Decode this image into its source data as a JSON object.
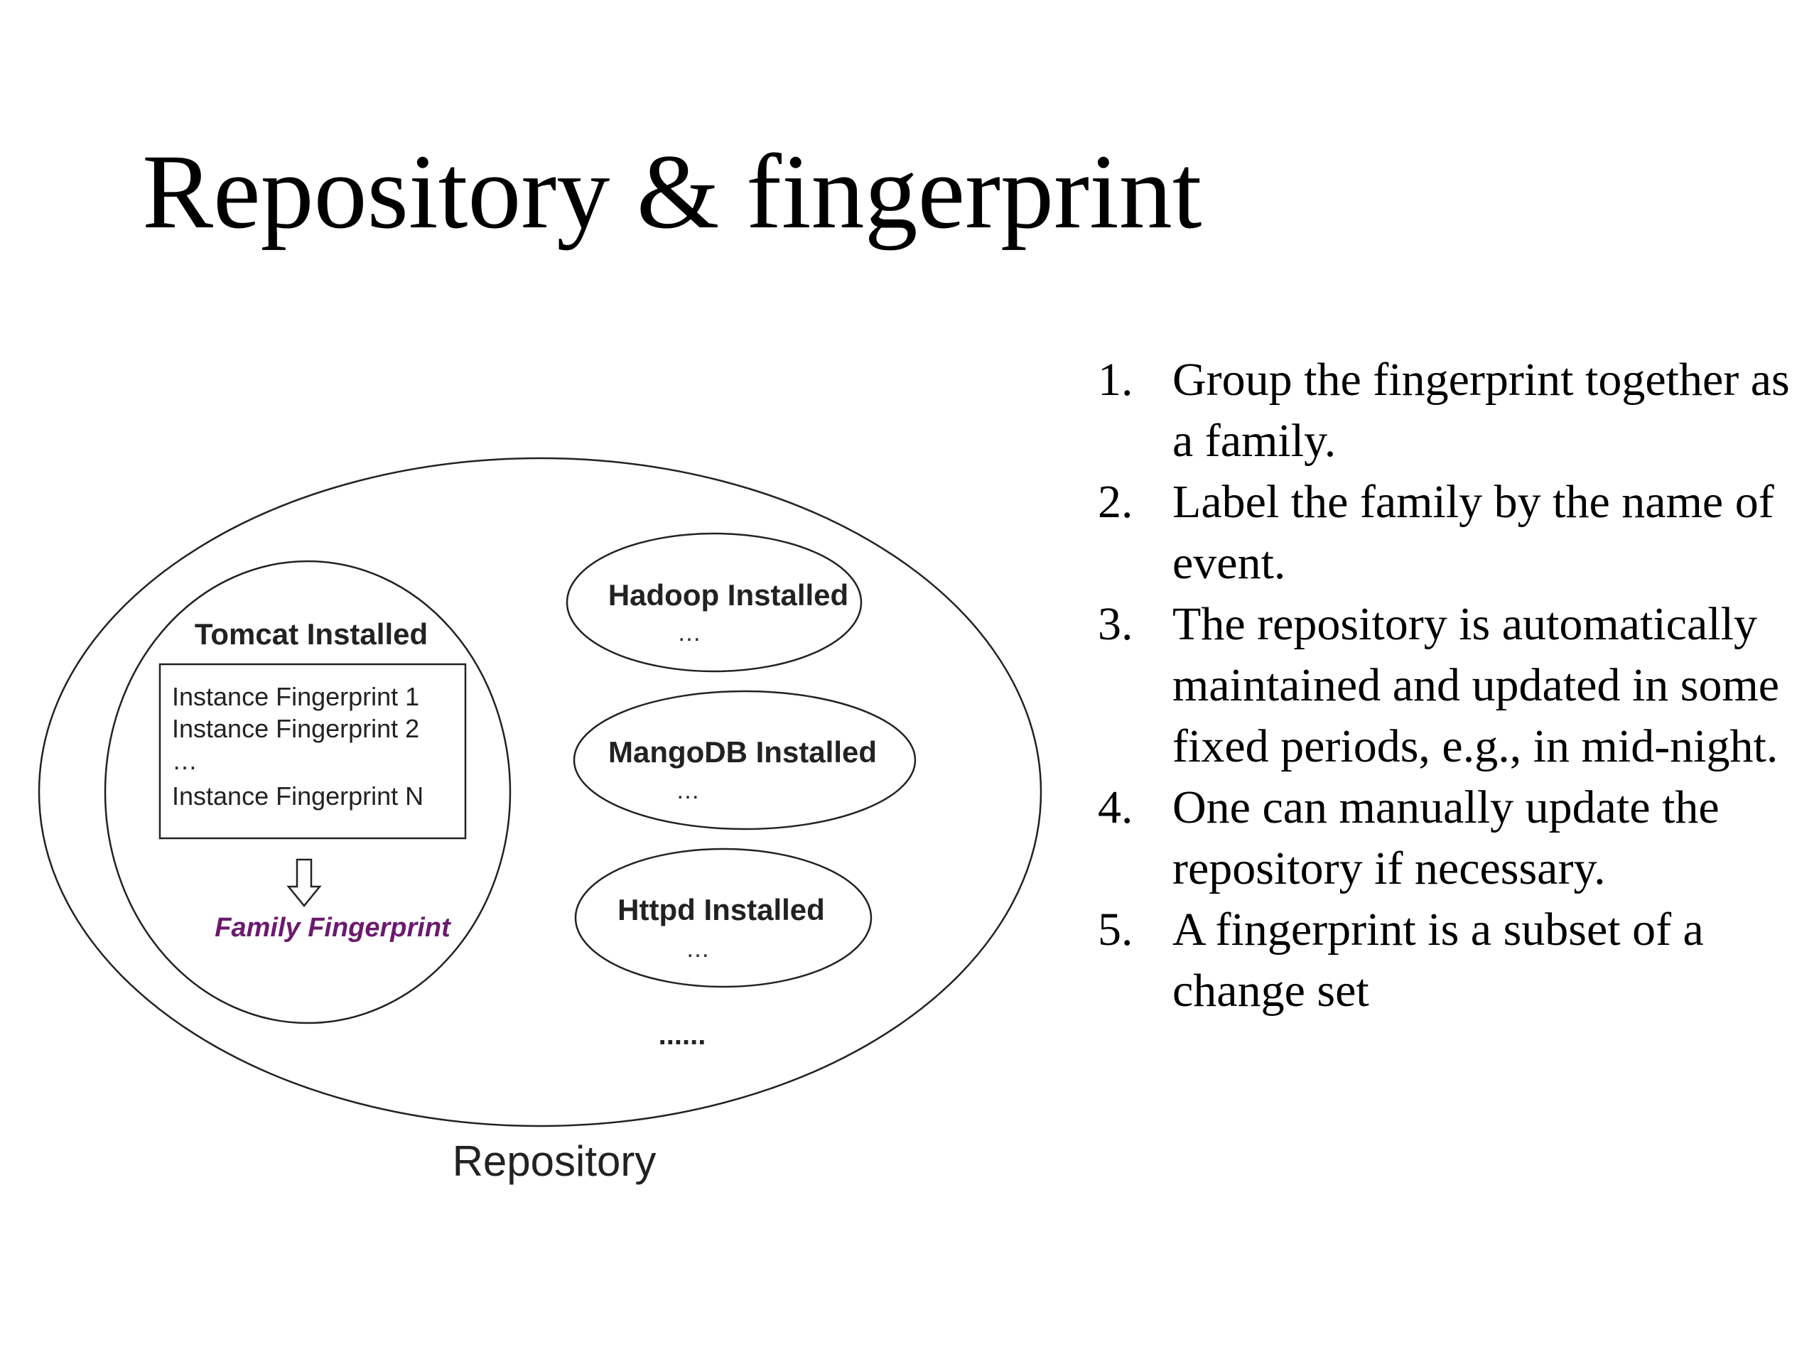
{
  "title": "Repository & fingerprint",
  "diagram": {
    "repository_label": "Repository",
    "tomcat": {
      "title": "Tomcat Installed",
      "instances": [
        "Instance Fingerprint 1",
        "Instance Fingerprint 2",
        "…",
        "Instance Fingerprint N"
      ],
      "family_label": "Family Fingerprint",
      "family_color": "#6a1b6e",
      "arrow_icon": "hollow-down-arrow"
    },
    "families": [
      {
        "title": "Hadoop Installed",
        "more": "…"
      },
      {
        "title": "MangoDB Installed",
        "more": "…"
      },
      {
        "title": "Httpd Installed",
        "more": "…"
      }
    ],
    "more_families": "......"
  },
  "points": [
    {
      "num": "1.",
      "text": "Group the fingerprint together as a family."
    },
    {
      "num": "2.",
      "text": "Label the family by the name of event."
    },
    {
      "num": "3.",
      "text": "The repository is automatically maintained and updated in some fixed periods, e.g., in mid-night."
    },
    {
      "num": "4.",
      "text": "One can manually update the repository if necessary."
    },
    {
      "num": "5.",
      "text": "A fingerprint is a subset of a change set"
    }
  ]
}
